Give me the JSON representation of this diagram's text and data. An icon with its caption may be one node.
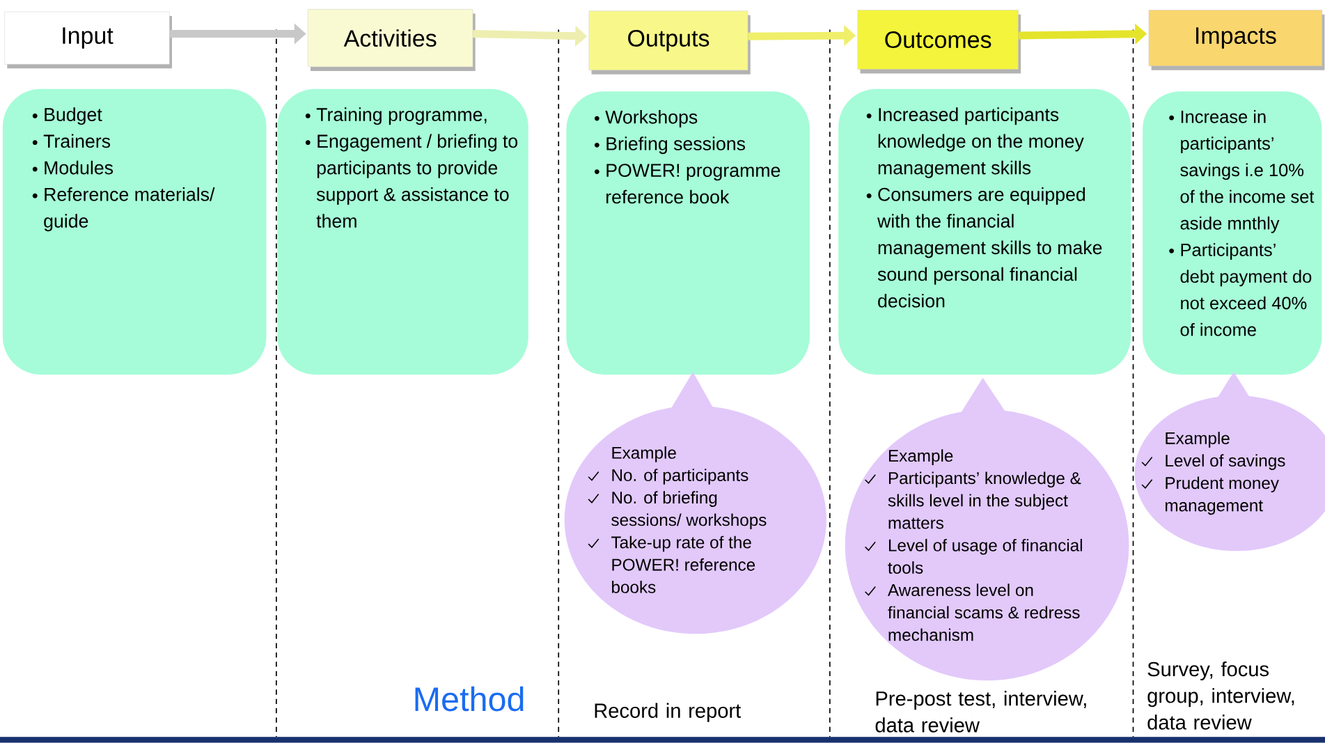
{
  "diagram": {
    "nodes": [
      {
        "text": [
          "Input"
        ]
      },
      {
        "text": [
          "Activities"
        ]
      },
      {
        "text": [
          "Outputs"
        ]
      },
      {
        "text": [
          "Outcomes"
        ]
      },
      {
        "text": [
          "Impacts"
        ]
      },
      {
        "text": [
          "Budget",
          "Trainers",
          "Modules",
          "Reference materials/ guide"
        ]
      },
      {
        "text": [
          "Training programme,",
          "Engagement / briefing to participants to provide support & assistance to them"
        ]
      },
      {
        "text": [
          "Workshops",
          "Briefing sessions",
          "POWER! programme reference book"
        ]
      },
      {
        "text": [
          "Increased participants knowledge on the money management skills",
          "Consumers are equipped with the financial management skills to make sound personal financial decision"
        ]
      },
      {
        "text": [
          "Increase in participants’ savings i.e 10% of the income set aside mnthly",
          "Participants’ debt payment do not exceed 40% of income"
        ]
      },
      {
        "text": [
          "Example",
          "No. of participants",
          "No. of briefing sessions/ workshops",
          "Take-up rate of the POWER! reference books"
        ]
      },
      {
        "text": [
          "Example",
          "Participants’ knowledge & skills level in the subject matters",
          "Level  of usage of financial tools",
          "Awareness level on financial scams & redress mechanism"
        ]
      },
      {
        "text": [
          "Example",
          "Level  of savings",
          "Prudent money management"
        ]
      }
    ],
    "edges": [
      {
        "from": 0,
        "to": 1,
        "arrow": "to",
        "color": "#c8c8c8"
      },
      {
        "from": 1,
        "to": 2,
        "arrow": "to",
        "color": "#eeeeb0"
      },
      {
        "from": 2,
        "to": 3,
        "arrow": "to",
        "color": "#efef6a"
      },
      {
        "from": 3,
        "to": 4,
        "arrow": "to",
        "color": "#e4e42c"
      }
    ],
    "labels": [
      "Method",
      "Record in report",
      "Pre-post test, interview, data review",
      "Survey, focus group, interview, data review"
    ]
  }
}
